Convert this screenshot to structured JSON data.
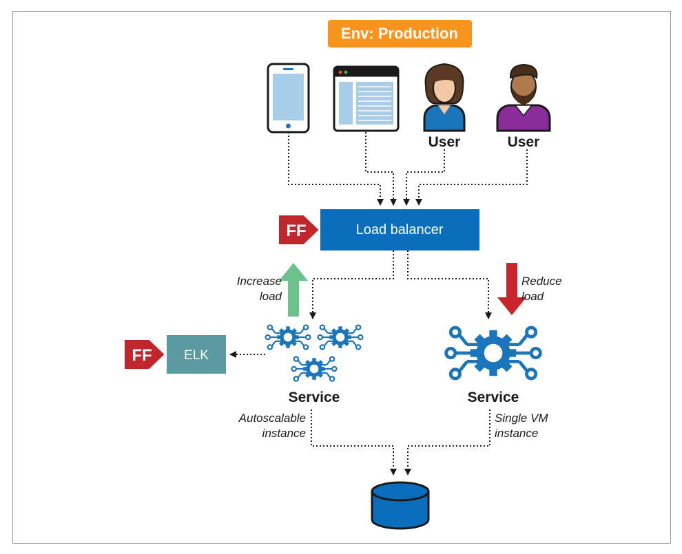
{
  "environment": {
    "label": "Env: Production",
    "color": "#f7941d"
  },
  "clients": {
    "tablet": {
      "icon": "tablet-icon"
    },
    "browser": {
      "icon": "browser-window-icon"
    },
    "user_female": {
      "icon": "user-female-icon",
      "label": "User"
    },
    "user_male": {
      "icon": "user-male-icon",
      "label": "User"
    }
  },
  "load_balancer": {
    "label": "Load balancer",
    "color": "#0a6ebd"
  },
  "feature_flag": {
    "label": "FF",
    "color": "#c0272d"
  },
  "elk": {
    "label": "ELK",
    "color": "#5b9aa0"
  },
  "scaling": {
    "increase": {
      "label_line1": "Increase",
      "label_line2": "load",
      "color": "#6cc18c"
    },
    "reduce": {
      "label_line1": "Reduce",
      "label_line2": "load",
      "color": "#c9262c"
    }
  },
  "services": {
    "autoscalable": {
      "label": "Service",
      "caption_line1": "Autoscalable",
      "caption_line2": "instance",
      "icon": "gear-circuit-icon"
    },
    "single_vm": {
      "label": "Service",
      "caption_line1": "Single VM",
      "caption_line2": "instance",
      "icon": "gear-circuit-icon"
    }
  },
  "database": {
    "icon": "database-icon",
    "color": "#0a6ebd"
  },
  "colors": {
    "icon_blue": "#1b75bb",
    "arrow": "#1a1a1a"
  }
}
